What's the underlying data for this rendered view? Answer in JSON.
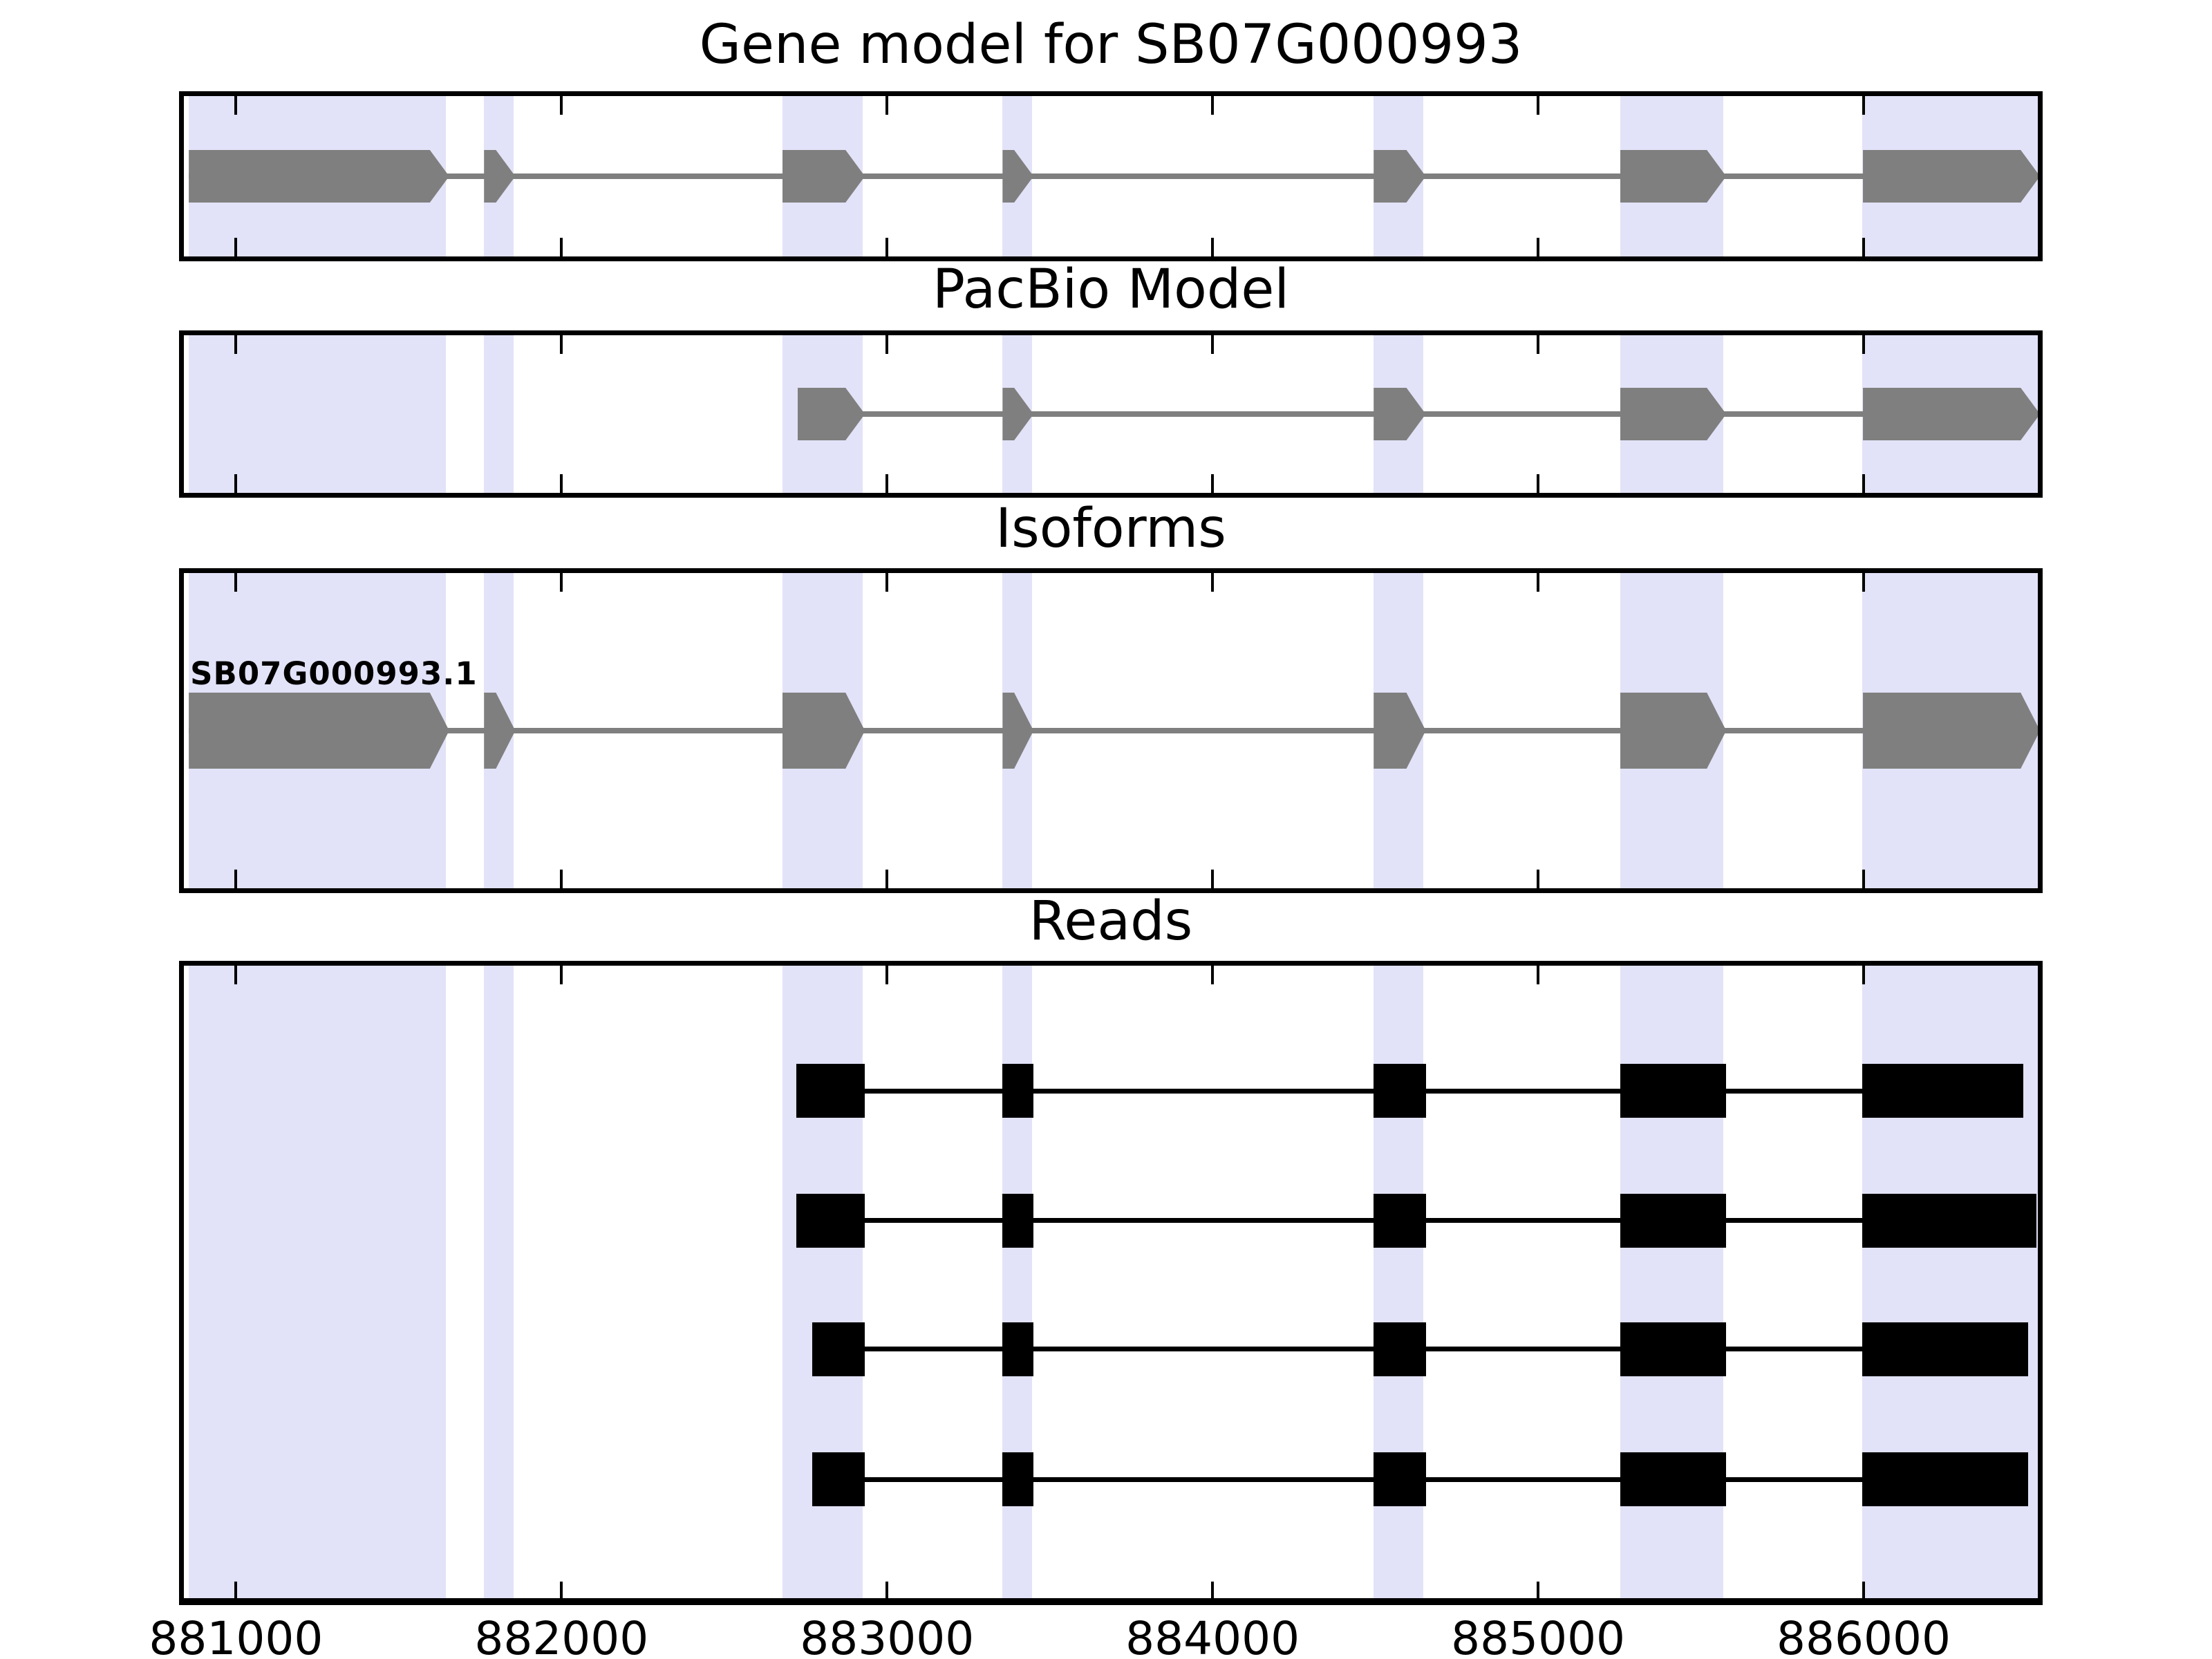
{
  "chart_data": {
    "type": "gene-model-tracks",
    "title": "Gene model for SB07G000993",
    "x_axis": {
      "domain": [
        880825,
        886550
      ],
      "ticks": [
        881000,
        882000,
        883000,
        884000,
        885000,
        886000
      ],
      "tick_labels": [
        "881000",
        "882000",
        "883000",
        "884000",
        "885000",
        "886000"
      ]
    },
    "colors": {
      "highlight_band": "#e2e2f8",
      "model_gray": "#7f7f7f",
      "read_black": "#000000",
      "frame": "#000000",
      "background": "#ffffff"
    },
    "highlight_regions": [
      [
        880855,
        881645
      ],
      [
        881762,
        881852
      ],
      [
        882678,
        882925
      ],
      [
        883355,
        883445
      ],
      [
        884495,
        884648
      ],
      [
        885252,
        885570
      ],
      [
        885995,
        886535
      ]
    ],
    "panels": [
      {
        "id": "gene_model",
        "title": "Gene model for SB07G000993",
        "type": "transcript-track",
        "features": [
          {
            "kind": "transcript",
            "label": "",
            "strand": "+",
            "exons": [
              [
                880855,
                881655
              ],
              [
                881762,
                881858
              ],
              [
                882678,
                882932
              ],
              [
                883355,
                883450
              ],
              [
                884495,
                884655
              ],
              [
                885252,
                885578
              ],
              [
                885998,
                886542
              ]
            ]
          }
        ]
      },
      {
        "id": "pacbio_model",
        "title": "PacBio Model",
        "type": "transcript-track",
        "features": [
          {
            "kind": "transcript",
            "label": "",
            "strand": "+",
            "exons": [
              [
                882725,
                882932
              ],
              [
                883355,
                883450
              ],
              [
                884495,
                884655
              ],
              [
                885252,
                885578
              ],
              [
                885998,
                886542
              ]
            ]
          }
        ]
      },
      {
        "id": "isoforms",
        "title": "Isoforms",
        "type": "transcript-track",
        "features": [
          {
            "kind": "transcript",
            "label": "SB07G000993.1",
            "strand": "+",
            "exons": [
              [
                880855,
                881655
              ],
              [
                881762,
                881858
              ],
              [
                882678,
                882932
              ],
              [
                883355,
                883450
              ],
              [
                884495,
                884655
              ],
              [
                885252,
                885578
              ],
              [
                885998,
                886542
              ]
            ]
          }
        ]
      },
      {
        "id": "reads",
        "title": "Reads",
        "type": "read-track",
        "features": [
          {
            "kind": "read",
            "exons": [
              [
                882722,
                882932
              ],
              [
                883355,
                883450
              ],
              [
                884495,
                884655
              ],
              [
                885252,
                885578
              ],
              [
                885995,
                886490
              ]
            ]
          },
          {
            "kind": "read",
            "exons": [
              [
                882722,
                882932
              ],
              [
                883355,
                883450
              ],
              [
                884495,
                884655
              ],
              [
                885252,
                885578
              ],
              [
                885995,
                886530
              ]
            ]
          },
          {
            "kind": "read",
            "exons": [
              [
                882770,
                882932
              ],
              [
                883355,
                883450
              ],
              [
                884495,
                884655
              ],
              [
                885252,
                885578
              ],
              [
                885995,
                886505
              ]
            ]
          },
          {
            "kind": "read",
            "exons": [
              [
                882770,
                882932
              ],
              [
                883355,
                883450
              ],
              [
                884495,
                884655
              ],
              [
                885252,
                885578
              ],
              [
                885995,
                886505
              ]
            ]
          }
        ]
      }
    ]
  }
}
